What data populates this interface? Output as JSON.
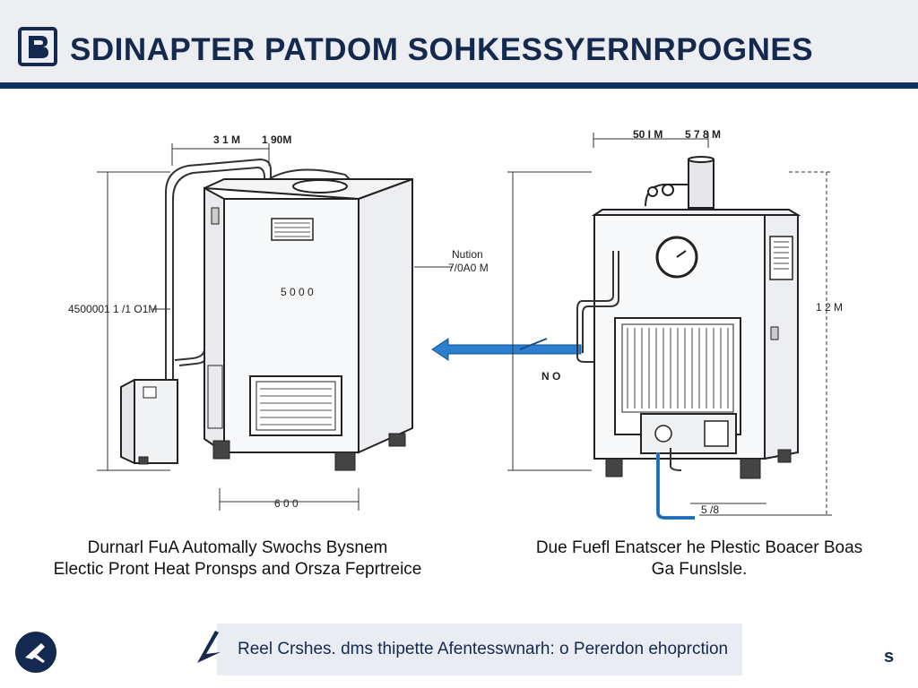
{
  "header": {
    "title": "SDINAPTER PATDOM SOHKESSYERNRPOGNES"
  },
  "left_unit": {
    "dim_top_a": "3 1 M",
    "dim_top_b": "1 90M",
    "dim_height": "4500001 1 /1 O1M",
    "panel_label": "5 0 0 0",
    "dim_bottom": "6 0 0"
  },
  "middle": {
    "label_line1": "Nution",
    "label_line2": "7/0A0 M",
    "arrow_label": "N O"
  },
  "right_unit": {
    "dim_top_a": "50 I M",
    "dim_top_b": "5 7 8 M",
    "dim_height": "1 2 M",
    "dim_bottom": "5 /8"
  },
  "captions": {
    "left_line1": "Durnarl FuA Automally Swochs Bysnem",
    "left_line2": "Electic Pront Heat Pronsps and Orsza Feprtreice",
    "right_line1": "Due Fuefl Enatscer he Plestic Boacer Boas",
    "right_line2": "Ga Funslsle."
  },
  "footer": {
    "text": "Reel Crshes. dms thipette Afentesswnarh: o Pererdon ehoprction",
    "corner_mark": "s"
  },
  "colors": {
    "navy": "#14294f",
    "rule": "#0f2f63",
    "accent_blue": "#2a7fcf"
  }
}
